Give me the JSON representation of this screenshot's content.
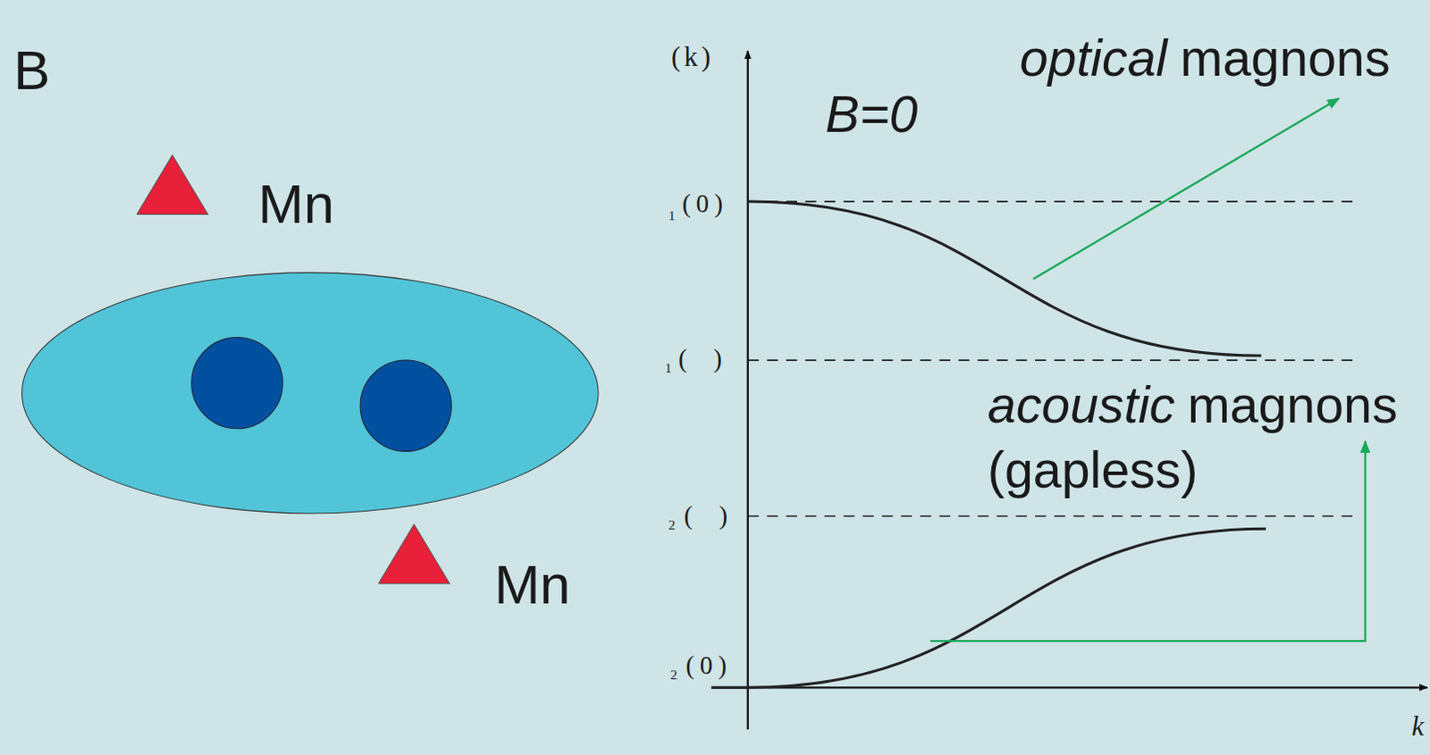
{
  "diagram": {
    "nodes": [
      {
        "text": [
          "Mn"
        ]
      },
      {
        "text": [
          "Mn"
        ]
      }
    ],
    "labels": [
      "B",
      "B=0",
      "(k)",
      "1",
      "(0)",
      "1",
      "( )",
      "2",
      "( )",
      "2",
      "(0)",
      "optical",
      "magnons",
      "acoustic",
      "magnons",
      "(gapless)",
      "k"
    ]
  }
}
